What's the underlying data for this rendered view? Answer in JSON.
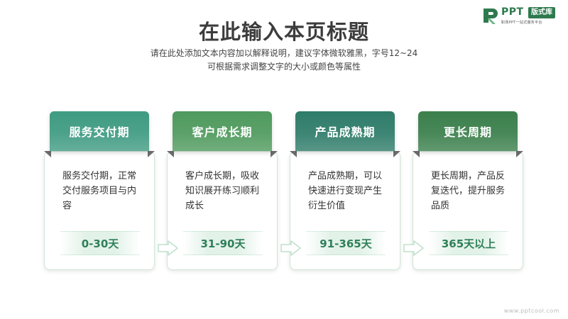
{
  "header": {
    "title": "在此输入本页标题",
    "subtitle_line1": "请在此处添加文本内容加以解释说明，建议字体微软雅黑，字号12~24",
    "subtitle_line2": "可根据需求调整文字的大小或颜色等属性"
  },
  "logo": {
    "brand": "PPT",
    "badge": "版式库",
    "tagline": "职场PPT一站式服务平台"
  },
  "stages": [
    {
      "title": "服务交付期",
      "body": "服务交付期，正常交付服务项目与内容",
      "period": "0-30天",
      "color": "#3f9b82"
    },
    {
      "title": "客户成长期",
      "body": "客户成长期，吸收知识展开练习顺利成长",
      "period": "31-90天",
      "color": "#4f9a5e"
    },
    {
      "title": "产品成熟期",
      "body": "产品成熟期，可以快速进行变现产生衍生价值",
      "period": "91-365天",
      "color": "#2f7c6a"
    },
    {
      "title": "更长周期",
      "body": "更长周期，产品反复迭代，提升服务品质",
      "period": "365天以上",
      "color": "#3b7f4c"
    }
  ],
  "watermark": "www.pptcool.com",
  "icons": [
    "logo-mark-icon",
    "arrow-right-icon"
  ],
  "colors": {
    "title": "#3c3c3c",
    "accent_green": "#2f7f58",
    "card_border": "#cfe6d7"
  }
}
